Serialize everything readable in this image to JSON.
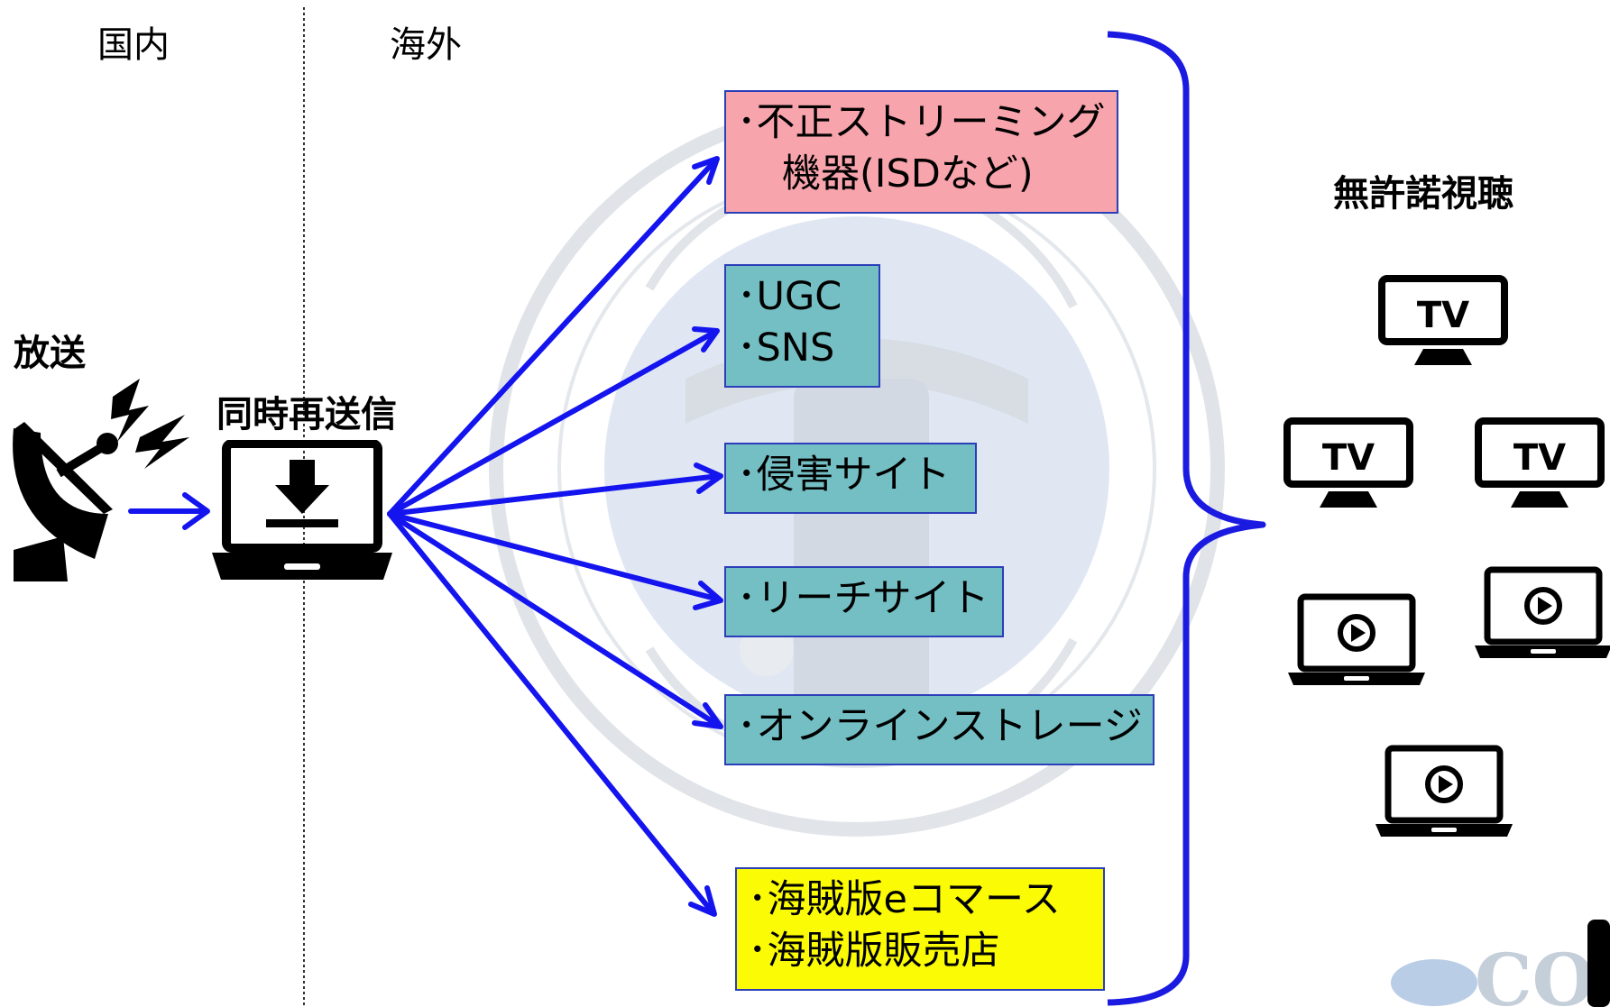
{
  "labels": {
    "domestic": "国内",
    "overseas": "海外",
    "broadcast": "放送",
    "simulcast": "同時再送信",
    "unlicensed_viewing": "無許諾視聴"
  },
  "boxes": {
    "isd": {
      "line1": "･不正ストリーミング",
      "line2": "機器(ISDなど)"
    },
    "ugc": {
      "line1": "･UGC",
      "line2": "･SNS"
    },
    "infringing": {
      "line1": "･侵害サイト"
    },
    "leech": {
      "line1": "･リーチサイト"
    },
    "storage": {
      "line1": "･オンラインストレージ"
    },
    "pirate": {
      "line1": "･海賊版eコマース",
      "line2": "･海賊版販売店"
    }
  },
  "icons": {
    "tv_text": "TV",
    "logo_text": "CO"
  },
  "colors": {
    "arrow": "#1414ee",
    "brace": "#1a1ae0",
    "teal_box": "#74bfc4",
    "pink_box": "#f8a4ac",
    "yellow_box": "#fbfb06",
    "box_border": "#2b3fb8"
  }
}
